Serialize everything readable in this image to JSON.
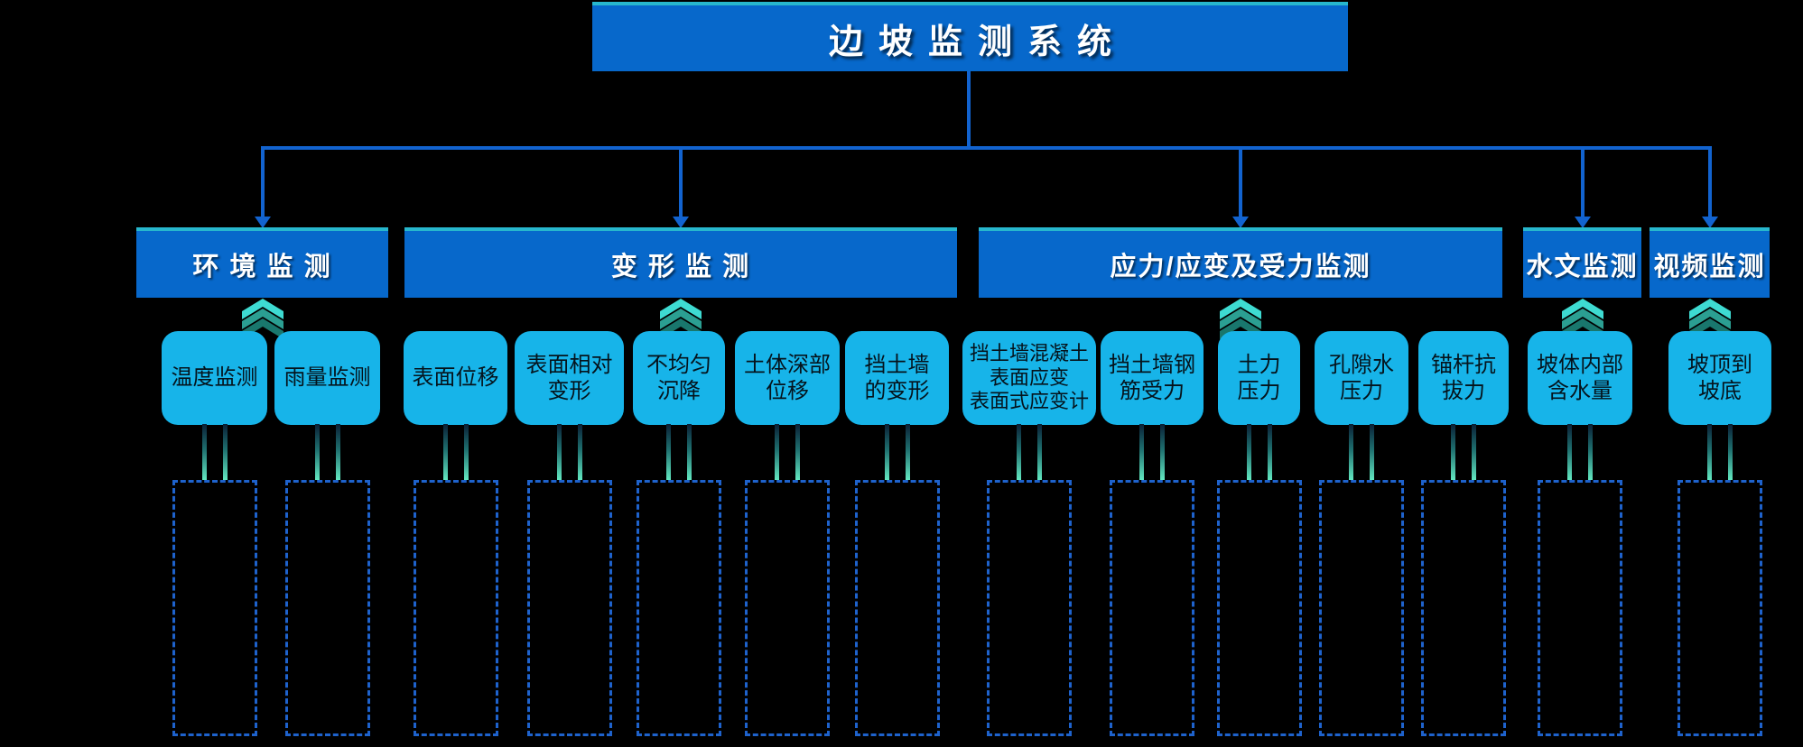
{
  "title": "边坡监测系统",
  "categories": [
    {
      "label": "环 境 监 测",
      "children": [
        "温度监测",
        "雨量监测"
      ]
    },
    {
      "label": "变 形 监 测",
      "children": [
        "表面位移",
        "表面相对\n变形",
        "不均匀\n沉降",
        "土体深部\n位移",
        "挡土墙\n的变形"
      ]
    },
    {
      "label": "应力/应变及受力监测",
      "children": [
        "挡土墙混凝土\n表面应变\n表面式应变计",
        "挡土墙钢\n筋受力",
        "土力\n压力",
        "孔隙水\n压力",
        "锚杆抗\n拔力"
      ]
    },
    {
      "label": "水文监测",
      "children": [
        "坡体内部\n含水量"
      ]
    },
    {
      "label": "视频监测",
      "children": [
        "坡顶到\n坡底"
      ]
    }
  ],
  "colors": {
    "background": "#000000",
    "box_blue": "#0768cb",
    "teal_edge": "#27b7cd",
    "node_cyan": "#17b4e9",
    "line_blue": "#1263cf",
    "dashed_border": "#1e62cc",
    "chevron_top": "#3edbd2",
    "chevron_mid": "#2b9f92",
    "chevron_bottom": "#19776d",
    "connector_dark": "#0a2036",
    "connector_bright": "#63e8c1"
  }
}
